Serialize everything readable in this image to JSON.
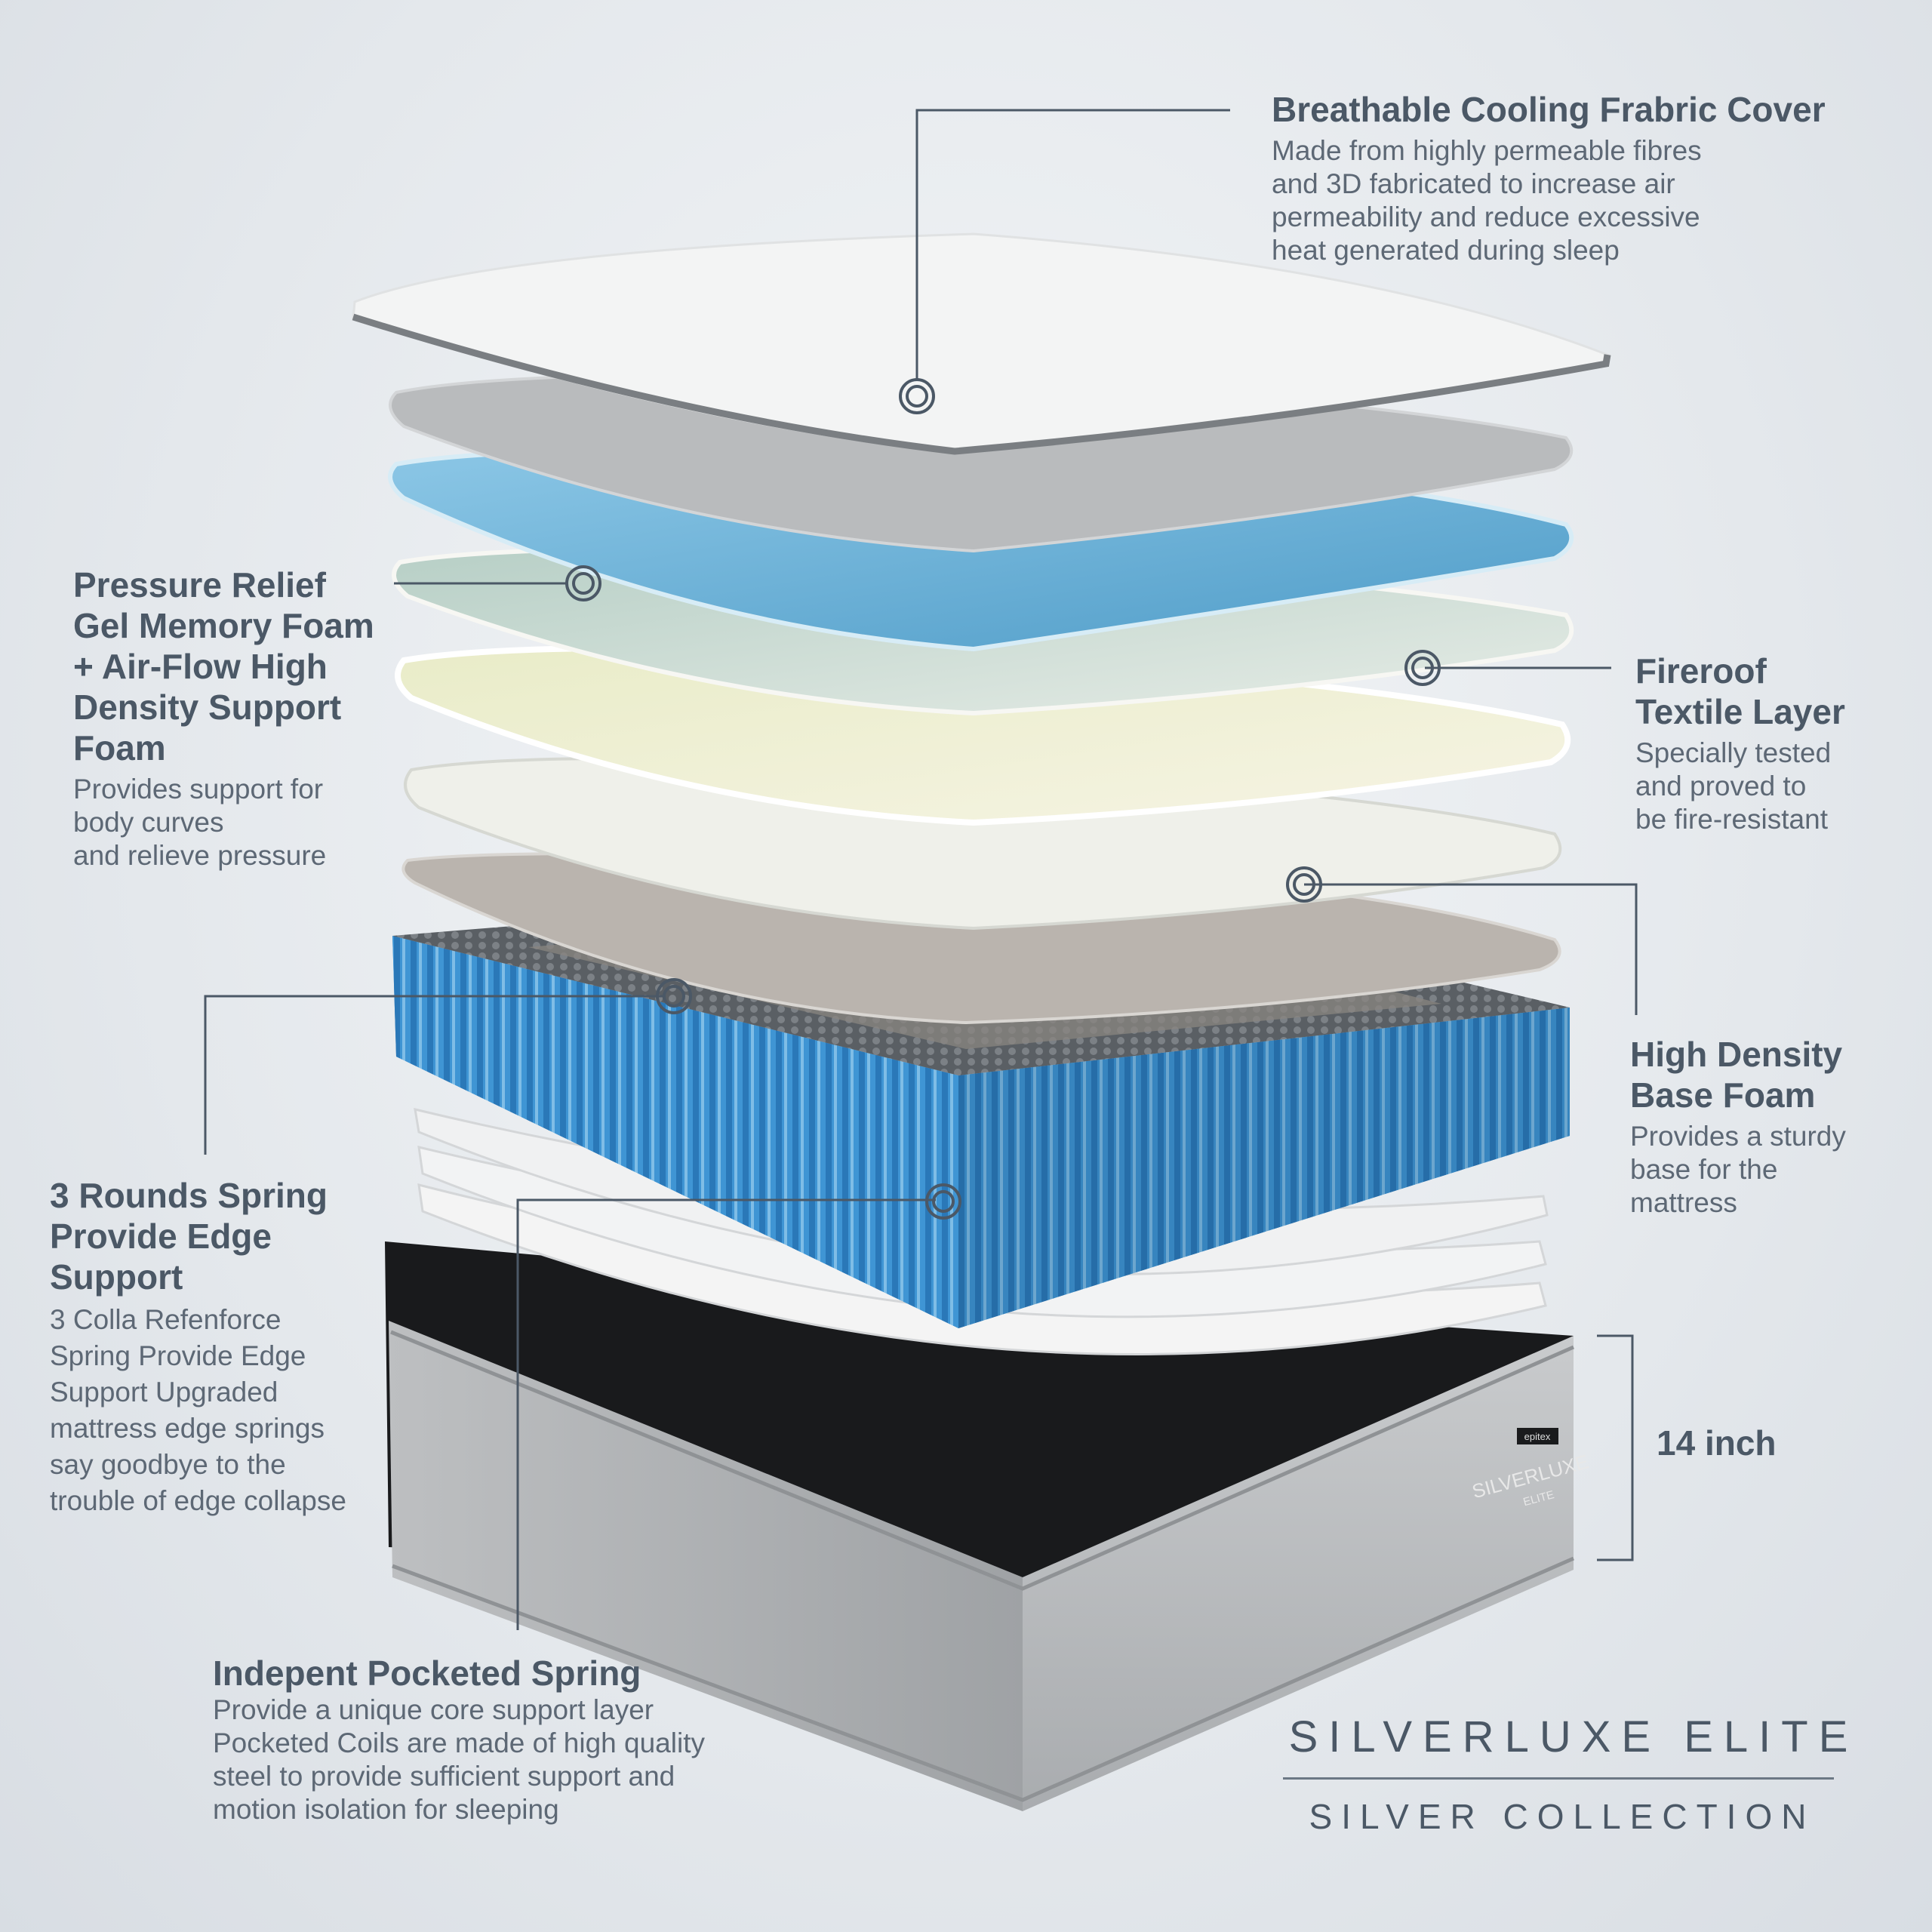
{
  "callouts": {
    "cover": {
      "title": "Breathable Cooling Frabric Cover",
      "desc": "Made from highly permeable fibres\nand 3D fabricated to increase air\npermeability and reduce excessive\nheat generated during sleep"
    },
    "pressure": {
      "title": "Pressure Relief\nGel Memory Foam\n+ Air-Flow High\nDensity Support\nFoam",
      "desc": "Provides support for\nbody curves\nand relieve pressure"
    },
    "fireproof": {
      "title": "Fireroof\nTextile Layer",
      "desc": "Specially tested\nand proved to\nbe fire-resistant"
    },
    "base": {
      "title": "High Density\nBase Foam",
      "desc": "Provides a sturdy\nbase for the\nmattress"
    },
    "edge": {
      "title": "3 Rounds Spring\nProvide Edge\nSupport",
      "desc": "3 Colla Refenforce\nSpring Provide Edge\nSupport Upgraded\nmattress edge springs\nsay goodbye to the\ntrouble of edge collapse"
    },
    "pocketed": {
      "title": "Indepent Pocketed Spring",
      "desc": "Provide a unique core support layer\nPocketed Coils are made of high quality\nsteel to provide sufficient support and\nmotion isolation for sleeping"
    }
  },
  "height_label": "14 inch",
  "brand": {
    "name": "SILVERLUXE ELITE",
    "collection": "SILVER COLLECTION",
    "label_top": "epitex",
    "label_main": "SILVERLUXE",
    "label_sub": "ELITE"
  },
  "colors": {
    "text": "#4b5866",
    "coil_blue": "#2f7fbf",
    "gel_blue": "#6fb2d8",
    "base_gray": "#b9bcbf"
  }
}
